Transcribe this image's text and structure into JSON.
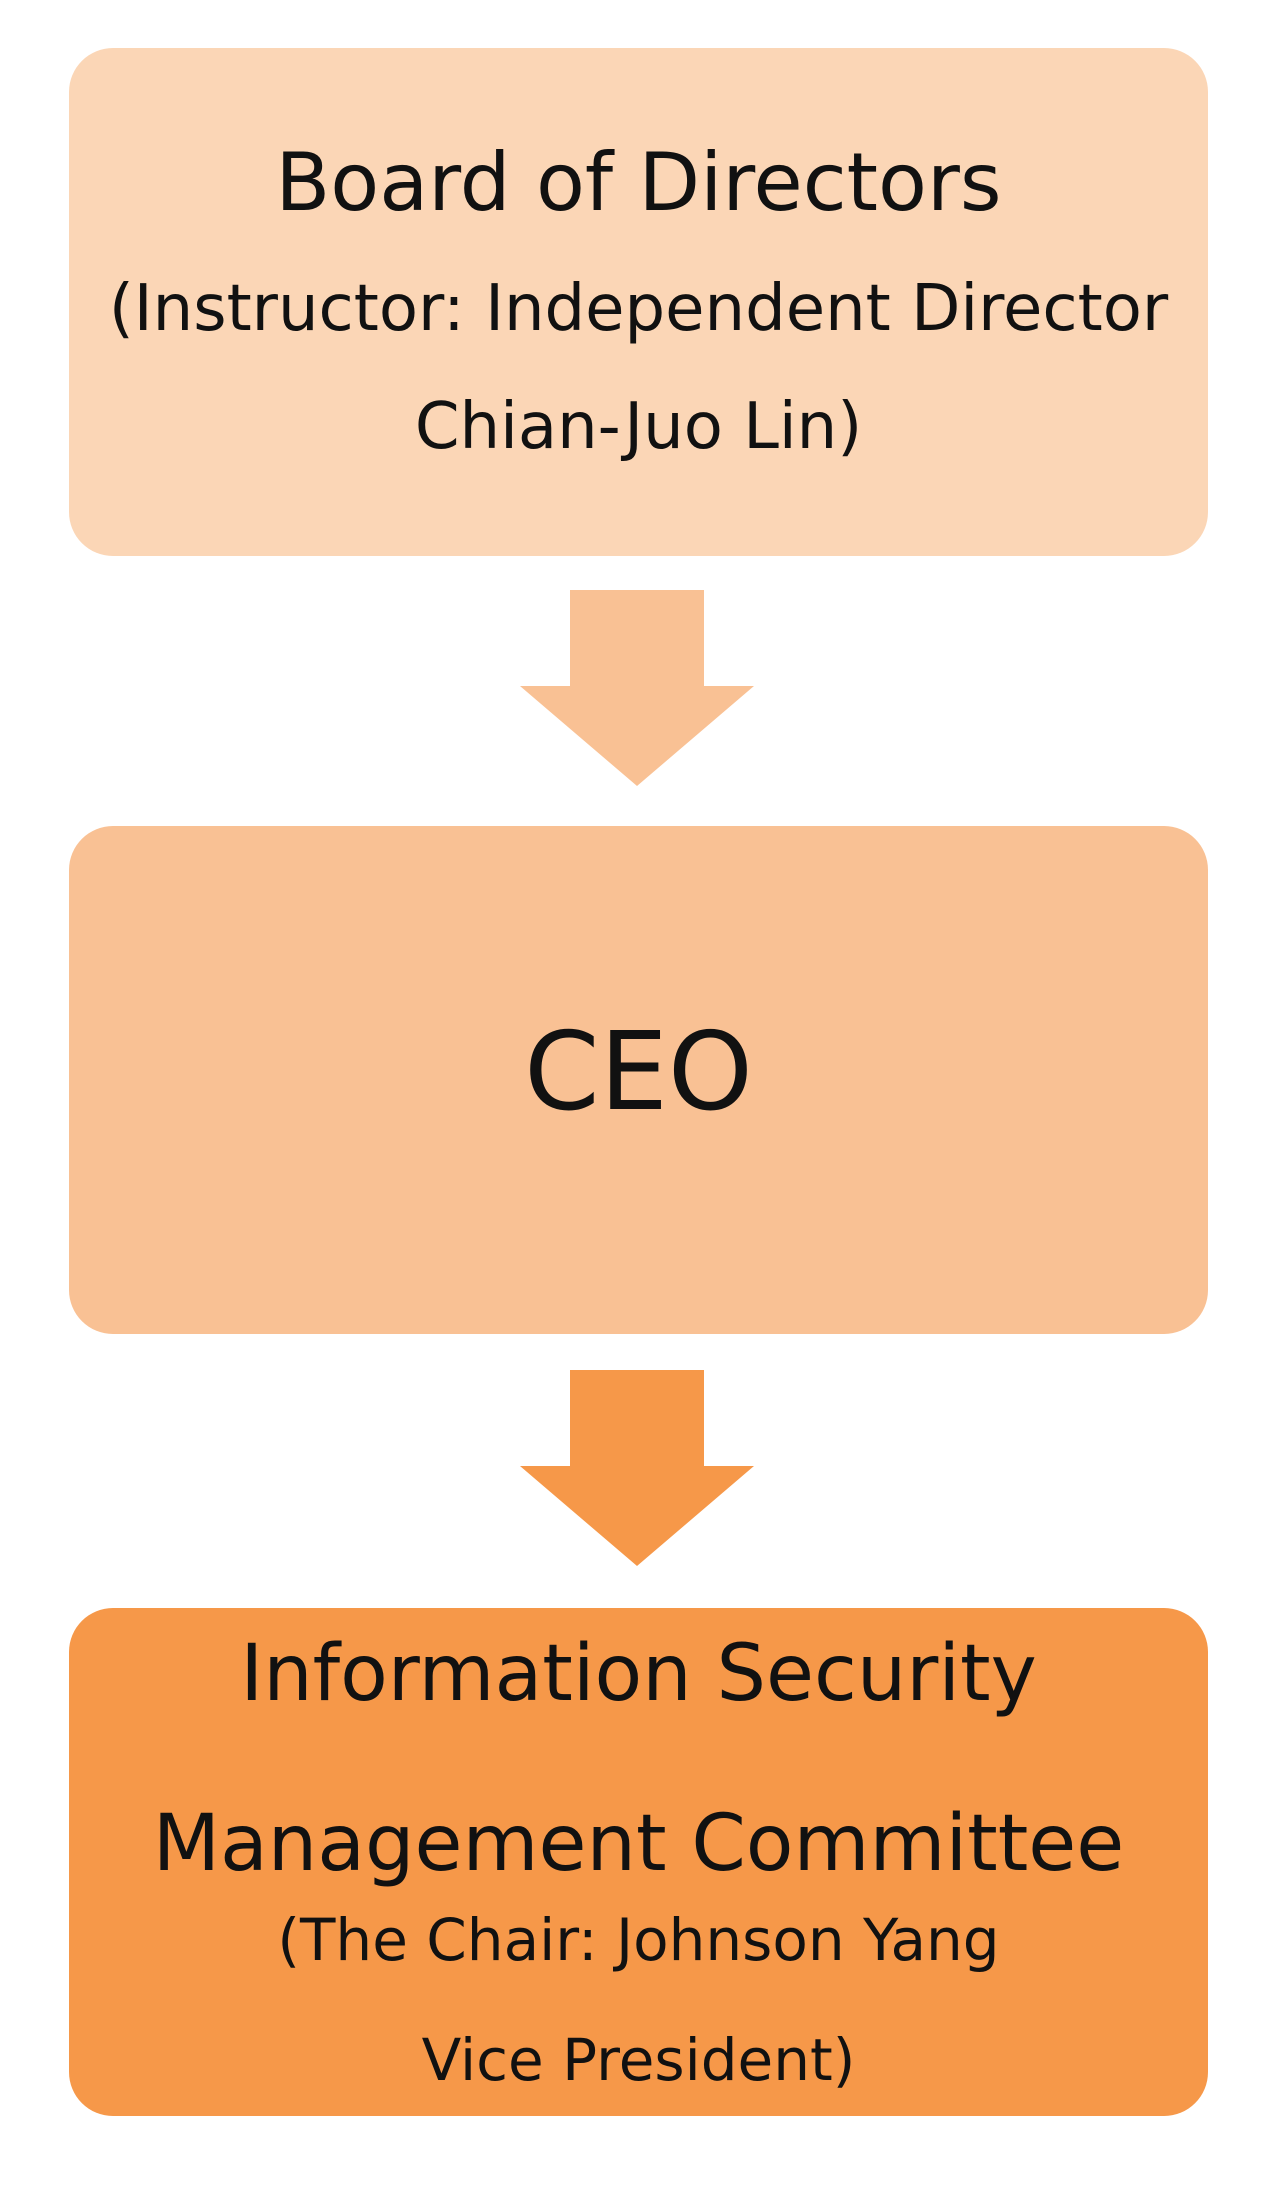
{
  "board": {
    "title": "Board of Directors",
    "subtitle_line1": "(Instructor: Independent  Director",
    "subtitle_line2": "Chian-Juo Lin)"
  },
  "ceo": {
    "title": "CEO"
  },
  "committee": {
    "title_line1": "Information Security",
    "title_line2": "Management Committee",
    "subtitle_line1": "(The Chair: Johnson Yang",
    "subtitle_line2": "Vice President)"
  },
  "colors": {
    "board_fill": "#fbd6b6",
    "ceo_fill": "#f9c194",
    "committee_fill": "#f69849",
    "arrow_light": "#f9c194",
    "arrow_dark": "#f69849",
    "text": "#111111"
  }
}
